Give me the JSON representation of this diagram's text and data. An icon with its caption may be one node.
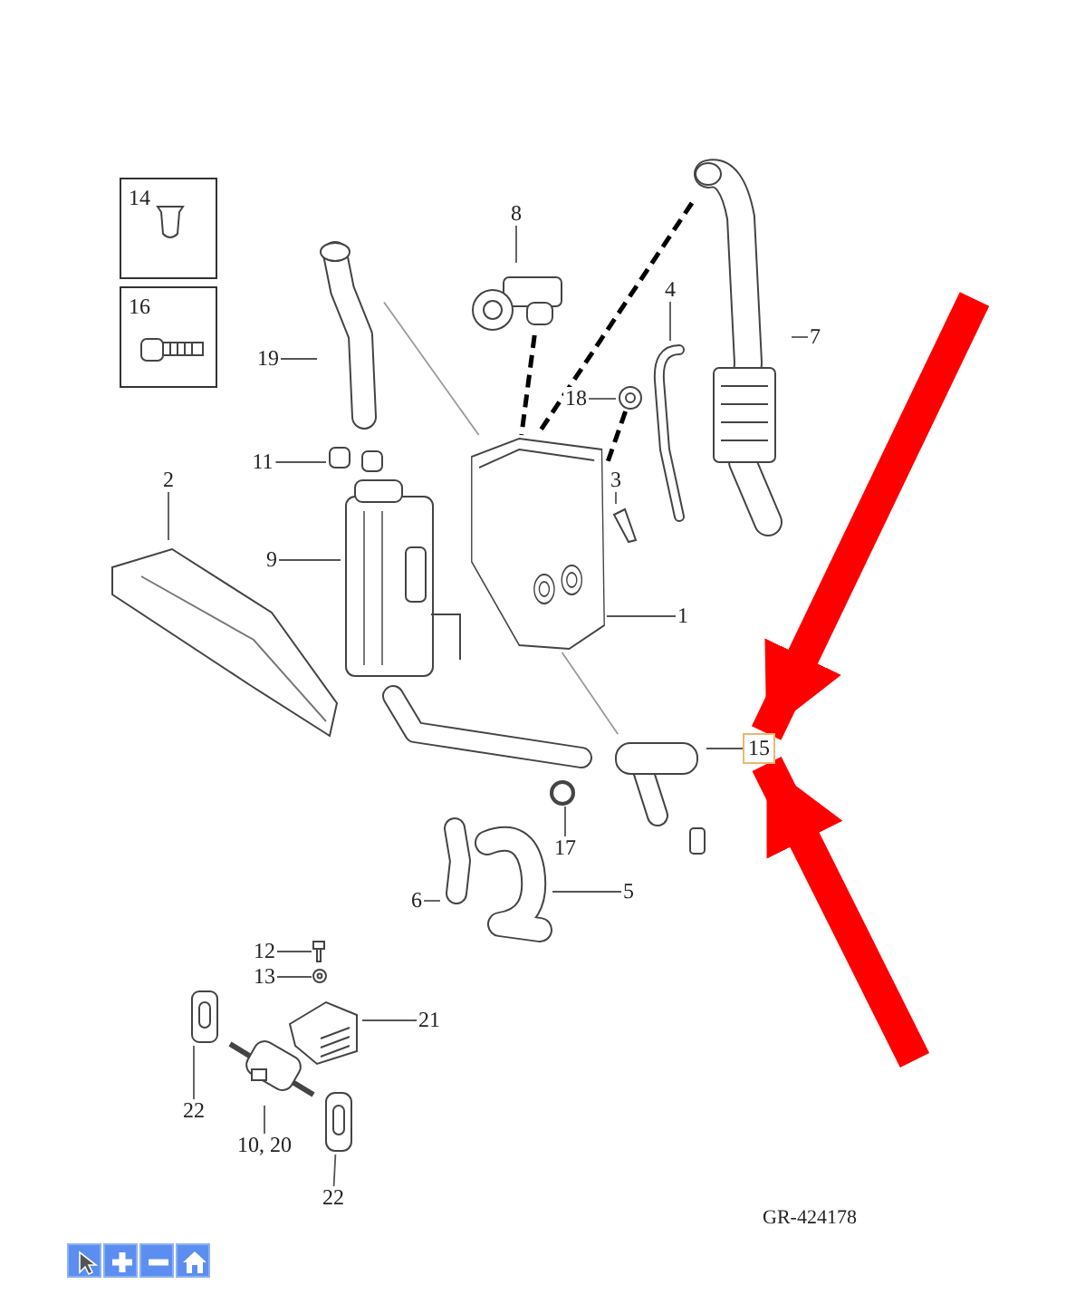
{
  "diagram": {
    "nodes": [
      {
        "text": [
          "14"
        ]
      },
      {
        "text": [
          "16"
        ]
      },
      {
        "text": [
          "19"
        ]
      },
      {
        "text": [
          "11"
        ]
      },
      {
        "text": [
          "2"
        ]
      },
      {
        "text": [
          "9"
        ]
      },
      {
        "text": [
          "8"
        ]
      },
      {
        "text": [
          "18"
        ]
      },
      {
        "text": [
          "4"
        ]
      },
      {
        "text": [
          "3"
        ]
      },
      {
        "text": [
          "7"
        ]
      },
      {
        "text": [
          "1"
        ]
      },
      {
        "text": [
          "15"
        ]
      },
      {
        "text": [
          "17"
        ]
      },
      {
        "text": [
          "5"
        ]
      },
      {
        "text": [
          "6"
        ]
      },
      {
        "text": [
          "12"
        ]
      },
      {
        "text": [
          "13"
        ]
      },
      {
        "text": [
          "21"
        ]
      },
      {
        "text": [
          "22"
        ]
      },
      {
        "text": [
          "10, 20"
        ]
      },
      {
        "text": [
          "22"
        ]
      },
      {
        "text": [],
        "shape": "picture"
      },
      {
        "text": [],
        "shape": "picture"
      },
      {
        "text": [],
        "shape": "picture"
      },
      {
        "text": [],
        "shape": "picture"
      },
      {
        "text": [],
        "shape": "picture"
      },
      {
        "text": [],
        "shape": "picture"
      },
      {
        "text": [],
        "shape": "picture"
      },
      {
        "text": [],
        "shape": "picture"
      },
      {
        "text": [],
        "shape": "picture"
      },
      {
        "text": [],
        "shape": "picture"
      },
      {
        "text": [],
        "shape": "picture"
      },
      {
        "text": [],
        "shape": "circle"
      },
      {
        "text": [],
        "shape": "picture"
      },
      {
        "text": [],
        "shape": "picture"
      },
      {
        "text": [],
        "shape": "picture"
      },
      {
        "text": [],
        "shape": "picture"
      },
      {
        "text": [],
        "shape": "picture"
      },
      {
        "text": [],
        "shape": "picture"
      },
      {
        "text": [],
        "shape": "picture"
      },
      {
        "text": [],
        "shape": "picture"
      }
    ],
    "edges": [
      {
        "from": 2,
        "to": 22,
        "arrow": "none"
      },
      {
        "from": 3,
        "to": 23,
        "arrow": "none"
      },
      {
        "from": 4,
        "to": 24,
        "arrow": "none"
      },
      {
        "from": 5,
        "to": 25,
        "arrow": "none"
      },
      {
        "from": 6,
        "to": 26,
        "arrow": "none"
      },
      {
        "from": 7,
        "to": 27,
        "arrow": "none"
      },
      {
        "from": 8,
        "to": 28,
        "arrow": "none"
      },
      {
        "from": 9,
        "to": 29,
        "arrow": "none"
      },
      {
        "from": 10,
        "to": 30,
        "arrow": "none"
      },
      {
        "from": 11,
        "to": 31,
        "arrow": "none"
      },
      {
        "from": 12,
        "to": 32,
        "arrow": "none"
      },
      {
        "from": 13,
        "to": 33,
        "arrow": "none"
      },
      {
        "from": 14,
        "to": 34,
        "arrow": "none"
      },
      {
        "from": 15,
        "to": 35,
        "arrow": "none"
      },
      {
        "from": 16,
        "to": 36,
        "arrow": "none"
      },
      {
        "from": 17,
        "to": 37,
        "arrow": "none"
      },
      {
        "from": 18,
        "to": 38,
        "arrow": "none"
      },
      {
        "from": 19,
        "to": 39,
        "arrow": "none"
      },
      {
        "from": 20,
        "to": 40,
        "arrow": "none"
      },
      {
        "from": 21,
        "to": 41,
        "arrow": "none"
      },
      {
        "from": 26,
        "to": 31,
        "arrow": "none",
        "style": "dashed",
        "color": "#000000"
      },
      {
        "from": 30,
        "to": 31,
        "arrow": "none",
        "style": "dashed",
        "color": "#000000"
      },
      {
        "from": 27,
        "to": 31,
        "arrow": "none",
        "style": "dashed",
        "color": "#000000"
      },
      {
        "from": 22,
        "to": 31,
        "arrow": "none",
        "color": "#9a9a9a"
      },
      {
        "from": 31,
        "to": 32,
        "arrow": "none",
        "color": "#9a9a9a"
      },
      {
        "from": null,
        "to": 12,
        "arrow": "to",
        "style": "thick",
        "color": "#ff0000"
      },
      {
        "from": null,
        "to": 12,
        "arrow": "to",
        "style": "thick",
        "color": "#ff0000"
      }
    ],
    "labels": [
      "GR-424178"
    ]
  }
}
